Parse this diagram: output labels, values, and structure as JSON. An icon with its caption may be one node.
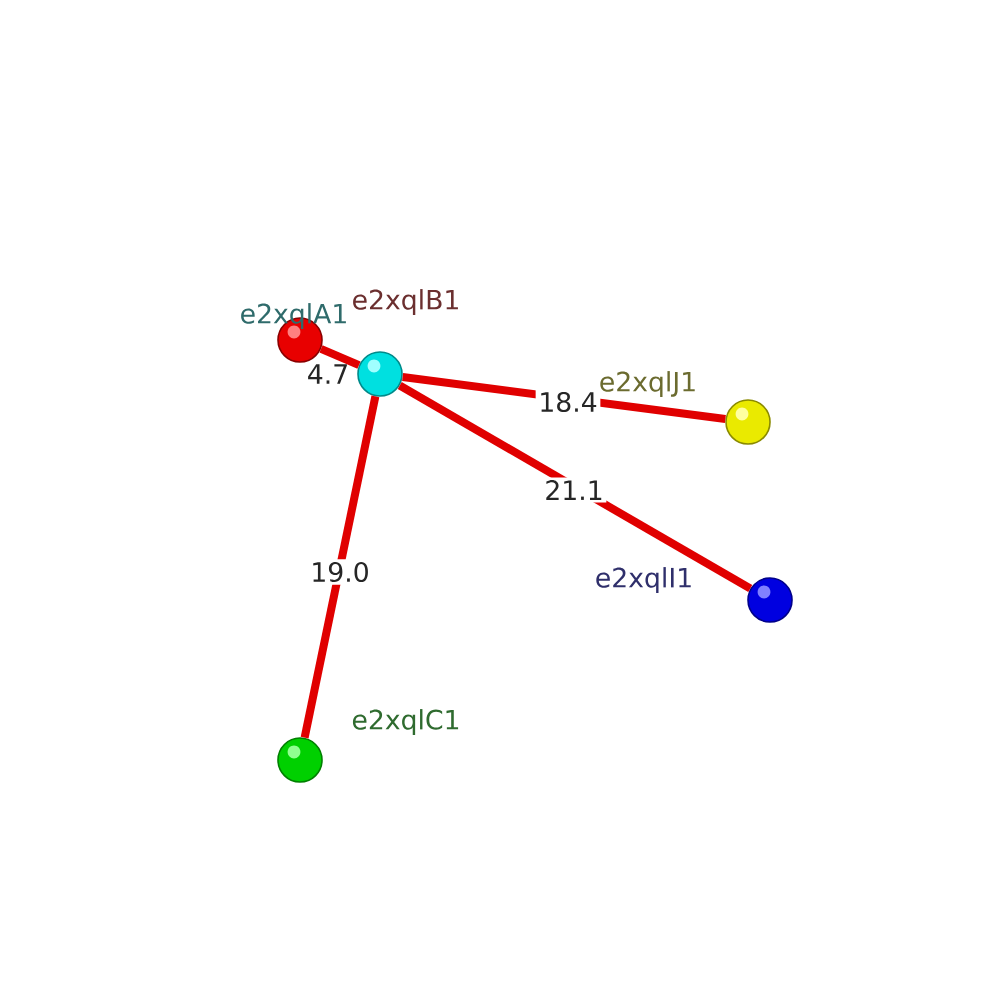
{
  "diagram": {
    "nodes": [
      {
        "text": [],
        "shape": "circle",
        "beside": [
          "e2xqlA1"
        ]
      },
      {
        "text": [],
        "shape": "circle",
        "beside": [
          "e2xqlB1"
        ]
      },
      {
        "text": [],
        "shape": "circle",
        "beside": [
          "e2xqlJ1"
        ]
      },
      {
        "text": [],
        "shape": "circle",
        "beside": [
          "e2xqlI1"
        ]
      },
      {
        "text": [],
        "shape": "circle",
        "beside": [
          "e2xqlC1"
        ]
      }
    ],
    "edges": [
      {
        "from": 1,
        "to": 0,
        "arrow": "none",
        "label": "4.7"
      },
      {
        "from": 1,
        "to": 2,
        "arrow": "none",
        "label": "18.4"
      },
      {
        "from": 1,
        "to": 3,
        "arrow": "none",
        "label": "21.1"
      },
      {
        "from": 1,
        "to": 4,
        "arrow": "none",
        "label": "19.0"
      }
    ]
  }
}
